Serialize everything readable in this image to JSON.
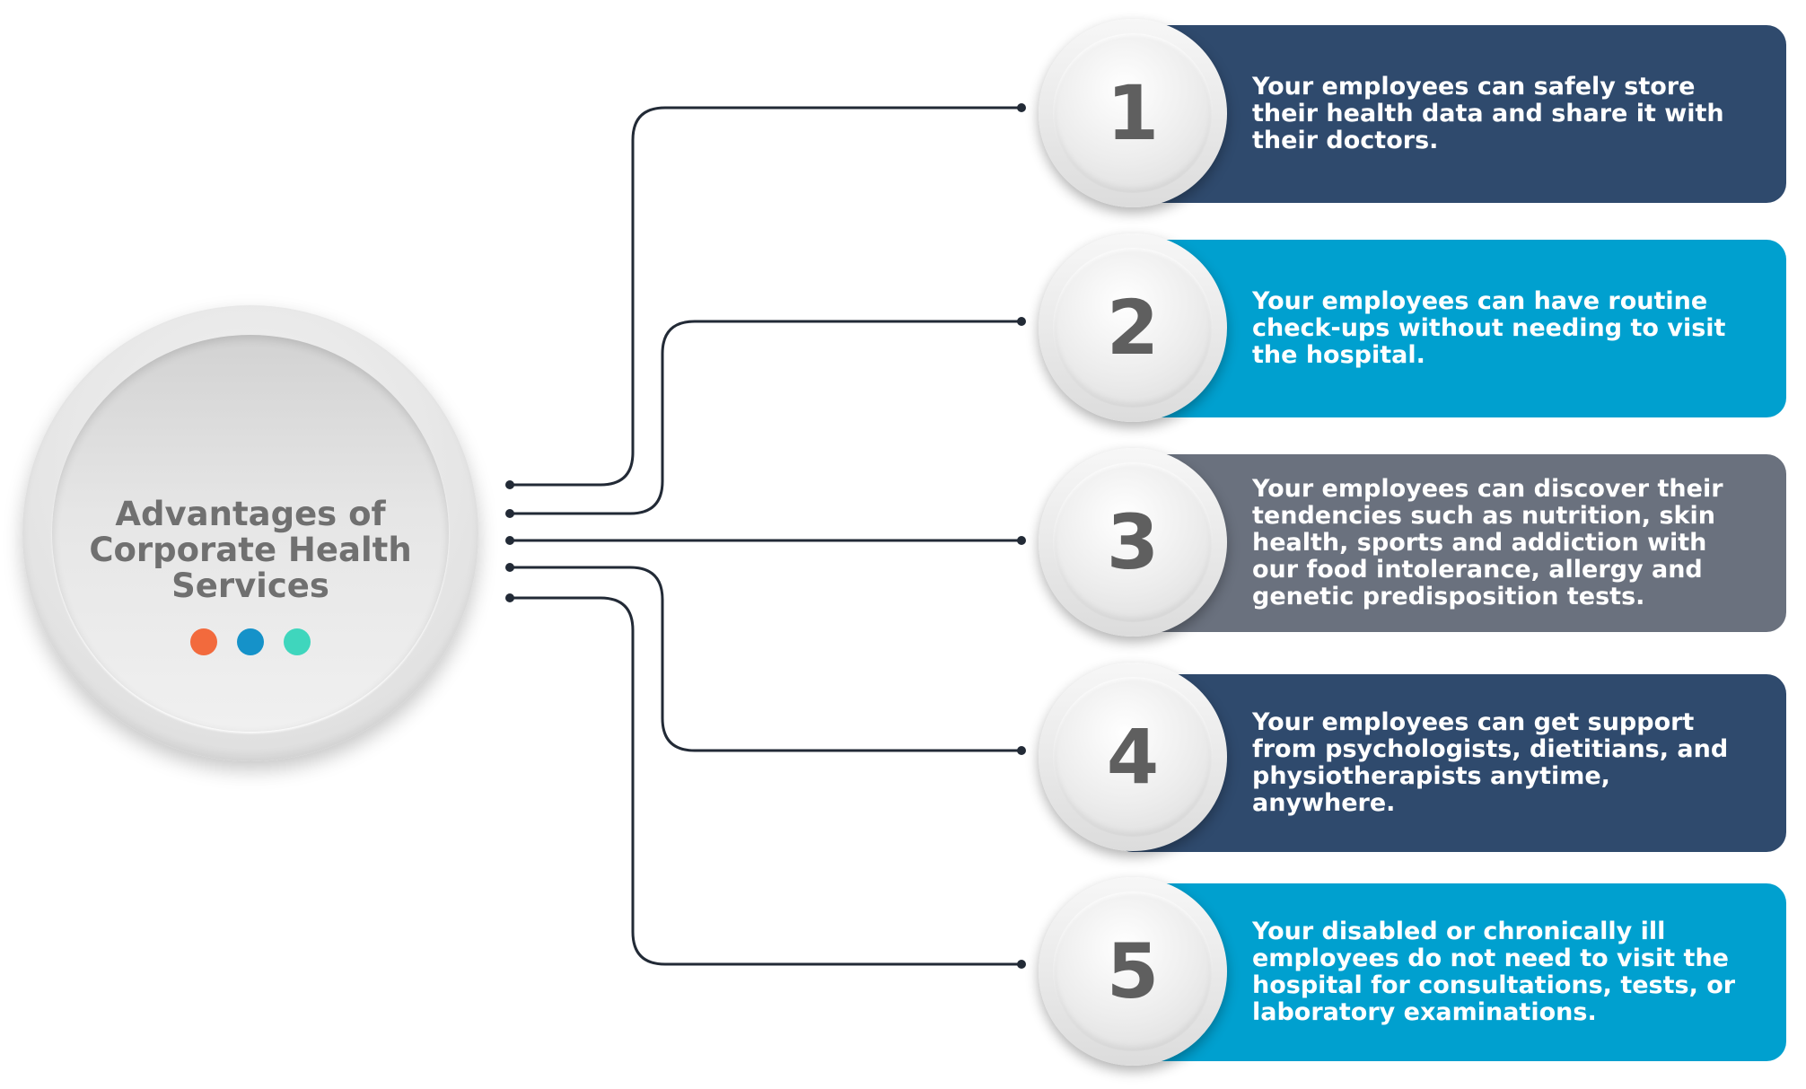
{
  "hub": {
    "title": "Advantages of\nCorporate Health\nServices",
    "dots": [
      "#f26a3d",
      "#1592c9",
      "#3fd6bd"
    ]
  },
  "colors": {
    "line": "#222a36",
    "navy": "#2f4a6d",
    "cyan": "#00a0cf",
    "slate": "#6a717e"
  },
  "items": [
    {
      "number": "1",
      "text": "Your employees can safely store their health data and share it with their doctors.",
      "color": "#2f4a6d"
    },
    {
      "number": "2",
      "text": "Your employees can have routine check-ups without needing to visit the hospital.",
      "color": "#00a0cf"
    },
    {
      "number": "3",
      "text": "Your employees can discover their tendencies such as nutrition, skin health, sports and addiction with our food intolerance, allergy and genetic predisposition tests.",
      "color": "#6a717e"
    },
    {
      "number": "4",
      "text": "Your employees can get support from psychologists, dietitians, and physiotherapists anytime, anywhere.",
      "color": "#2f4a6d"
    },
    {
      "number": "5",
      "text": "Your disabled or chronically ill employees do not need to visit the hospital for consultations, tests, or laboratory examinations.",
      "color": "#00a0cf"
    }
  ]
}
